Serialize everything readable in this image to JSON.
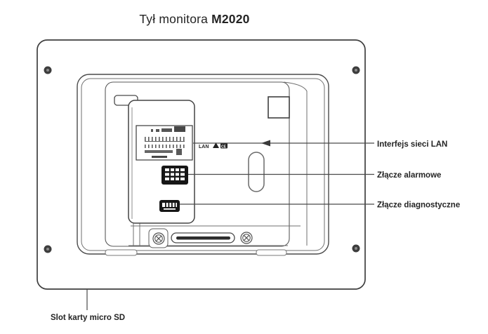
{
  "title": {
    "prefix": "Tył monitora",
    "model": "M2020"
  },
  "callouts": {
    "lan": "Interfejs sieci LAN",
    "alarm": "Złącze alarmowe",
    "diagnostic": "Złącze diagnostyczne",
    "sd": "Slot karty micro SD"
  },
  "panel_markings": {
    "lan_label": "LAN",
    "ce_label": "CE"
  },
  "colors": {
    "line": "#4a4a4a",
    "text": "#242424",
    "connector": "#161616"
  }
}
